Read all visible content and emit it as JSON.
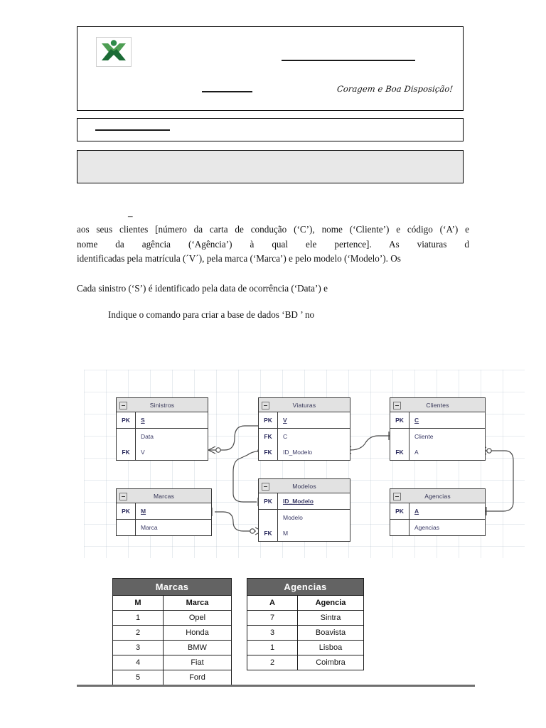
{
  "header": {
    "logo_icon": "green-figure-logo",
    "signature": "Coragem e Boa Disposição!",
    "redacted_line_1": "",
    "redacted_line_2": "",
    "redacted_line_3": ""
  },
  "body": {
    "fragment_dash": "–",
    "paragraph_1_lines": [
      "aos seus clientes [número da carta de condução (‘C’), nome (‘Cliente’) e código (‘A’) e",
      "nome da agência (‘Agência’) à qual ele pertence]. As viaturas d",
      "identificadas pela matrícula (´V´), pela marca (‘Marca’) e pelo modelo (‘Modelo’). Os"
    ],
    "paragraph_2": "Cada sinistro (‘S’) é identificado pela data de ocorrência (‘Data’) e",
    "paragraph_3": "Indique o comando para criar a base de dados ‘BD            ’ no"
  },
  "diagram": {
    "entities": [
      {
        "name": "Sinistros",
        "collapse_icon": "minus-box-icon",
        "sections": [
          [
            {
              "key": "PK",
              "field": "S",
              "pk": true
            }
          ],
          [
            {
              "key": "",
              "field": "Data",
              "pk": false
            },
            {
              "key": "FK",
              "field": "V",
              "pk": false
            }
          ]
        ]
      },
      {
        "name": "Viaturas",
        "collapse_icon": "minus-box-icon",
        "sections": [
          [
            {
              "key": "PK",
              "field": "V",
              "pk": true
            }
          ],
          [
            {
              "key": "FK",
              "field": "C",
              "pk": false
            },
            {
              "key": "FK",
              "field": "ID_Modelo",
              "pk": false
            }
          ]
        ]
      },
      {
        "name": "Clientes",
        "collapse_icon": "minus-box-icon",
        "sections": [
          [
            {
              "key": "PK",
              "field": "C",
              "pk": true
            }
          ],
          [
            {
              "key": "",
              "field": "Cliente",
              "pk": false
            },
            {
              "key": "FK",
              "field": "A",
              "pk": false
            }
          ]
        ]
      },
      {
        "name": "Marcas",
        "collapse_icon": "minus-box-icon",
        "sections": [
          [
            {
              "key": "PK",
              "field": "M",
              "pk": true
            }
          ],
          [
            {
              "key": "",
              "field": "Marca",
              "pk": false
            }
          ]
        ]
      },
      {
        "name": "Modelos",
        "collapse_icon": "minus-box-icon",
        "sections": [
          [
            {
              "key": "PK",
              "field": "ID_Modelo",
              "pk": true
            }
          ],
          [
            {
              "key": "",
              "field": "Modelo",
              "pk": false
            },
            {
              "key": "FK",
              "field": "M",
              "pk": false
            }
          ]
        ]
      },
      {
        "name": "Agencias",
        "collapse_icon": "minus-box-icon",
        "sections": [
          [
            {
              "key": "PK",
              "field": "A",
              "pk": true
            }
          ],
          [
            {
              "key": "",
              "field": "Agencias",
              "pk": false
            }
          ]
        ]
      }
    ]
  },
  "tables": {
    "marcas": {
      "title": "Marcas",
      "columns": [
        "M",
        "Marca"
      ],
      "rows": [
        [
          "1",
          "Opel"
        ],
        [
          "2",
          "Honda"
        ],
        [
          "3",
          "BMW"
        ],
        [
          "4",
          "Fiat"
        ],
        [
          "5",
          "Ford"
        ]
      ]
    },
    "agencias": {
      "title": "Agencias",
      "columns": [
        "A",
        "Agencia"
      ],
      "rows": [
        [
          "7",
          "Sintra"
        ],
        [
          "3",
          "Boavista"
        ],
        [
          "1",
          "Lisboa"
        ],
        [
          "2",
          "Coimbra"
        ]
      ]
    }
  },
  "colors": {
    "logo_light_green": "#4d9e53",
    "logo_dark_green": "#1b6b36",
    "entity_header": "#e2e2e2",
    "table_title_bg": "#636363"
  }
}
